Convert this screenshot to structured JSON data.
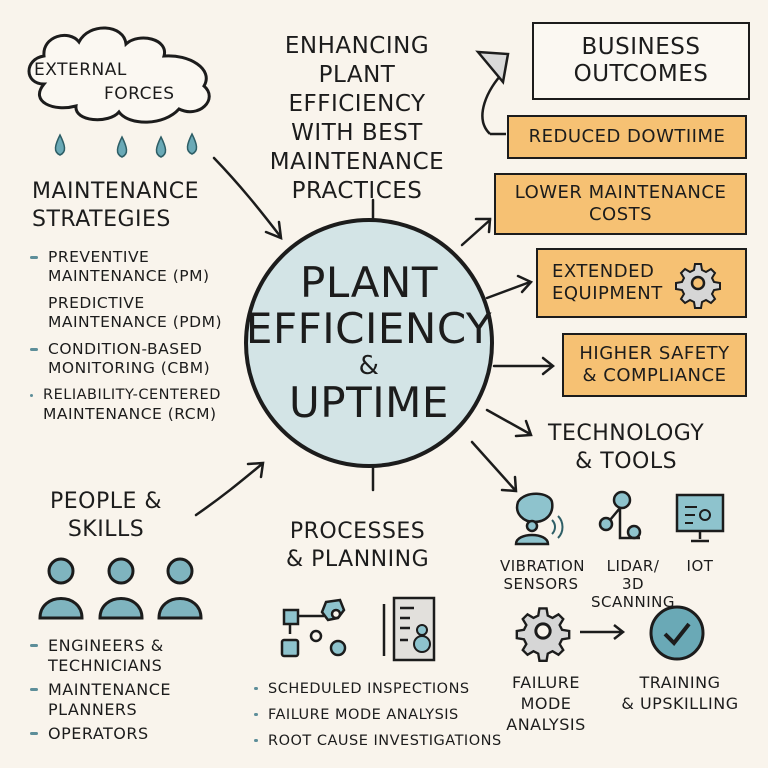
{
  "cloud": {
    "line1": "External",
    "line2": "Forces"
  },
  "header": {
    "lines": [
      "Enhancing",
      "Plant Efficiency",
      "with Best",
      "Maintenance",
      "Practices"
    ]
  },
  "center": {
    "line1": "Plant",
    "line2": "Efficiency",
    "amp": "&",
    "line3": "Uptime"
  },
  "business_outcomes": {
    "title_line1": "Business",
    "title_line2": "Outcomes",
    "items": [
      {
        "label": "Reduced Dowtiime"
      },
      {
        "line1": "Lower Maintenance",
        "line2": "Costs"
      },
      {
        "line1": "Extended",
        "line2": "Equipment",
        "icon": "gear-icon"
      },
      {
        "line1": "Higher Safety",
        "line2": "& Compliance"
      }
    ]
  },
  "maintenance_strategies": {
    "title_line1": "Maintenance",
    "title_line2": "Strategies",
    "items": [
      {
        "line1": "Preventive",
        "line2": "Maintenance (PM)"
      },
      {
        "line1": "Predictive",
        "line2": "Maintenance (PdM)"
      },
      {
        "line1": "Condition-Based",
        "line2": "Monitoring (CBM)"
      },
      {
        "line1": "Reliability-Centered",
        "line2": "Maintenance (RCM)"
      }
    ]
  },
  "people_skills": {
    "title_line1": "People &",
    "title_line2": "Skills",
    "items": [
      {
        "line1": "Engineers &",
        "line2": "Technicians"
      },
      {
        "line1": "Maintenance",
        "line2": "Planners"
      },
      {
        "line1": "Operators"
      }
    ]
  },
  "processes_planning": {
    "title_line1": "Processes",
    "title_line2": "& Planning",
    "items": [
      "Scheduled Inspections",
      "Failure Mode Analysis",
      "Root Cause Investigations"
    ]
  },
  "technology_tools": {
    "title_line1": "Technology",
    "title_line2": "& Tools",
    "tools": [
      {
        "line1": "Vibration",
        "line2": "Sensors",
        "icon": "vibration-sensor-icon"
      },
      {
        "line1": "LiDAR/",
        "line2": "3D Scanning",
        "icon": "lidar-scanner-icon"
      },
      {
        "line1": "IoT",
        "line2": "",
        "icon": "iot-monitor-icon"
      }
    ],
    "flow": [
      {
        "line1": "Failure",
        "line2": "Mode",
        "line3": "Analysis",
        "icon": "gear-icon"
      },
      {
        "line1": "Training",
        "line2": "& Upskilling",
        "icon": "check-circle-icon"
      }
    ]
  },
  "colors": {
    "background": "#f9f4ec",
    "accent_orange": "#f6c173",
    "center_blue": "#d3e4e6",
    "icon_teal": "#6aa9b6",
    "ink": "#1c1c1c"
  }
}
